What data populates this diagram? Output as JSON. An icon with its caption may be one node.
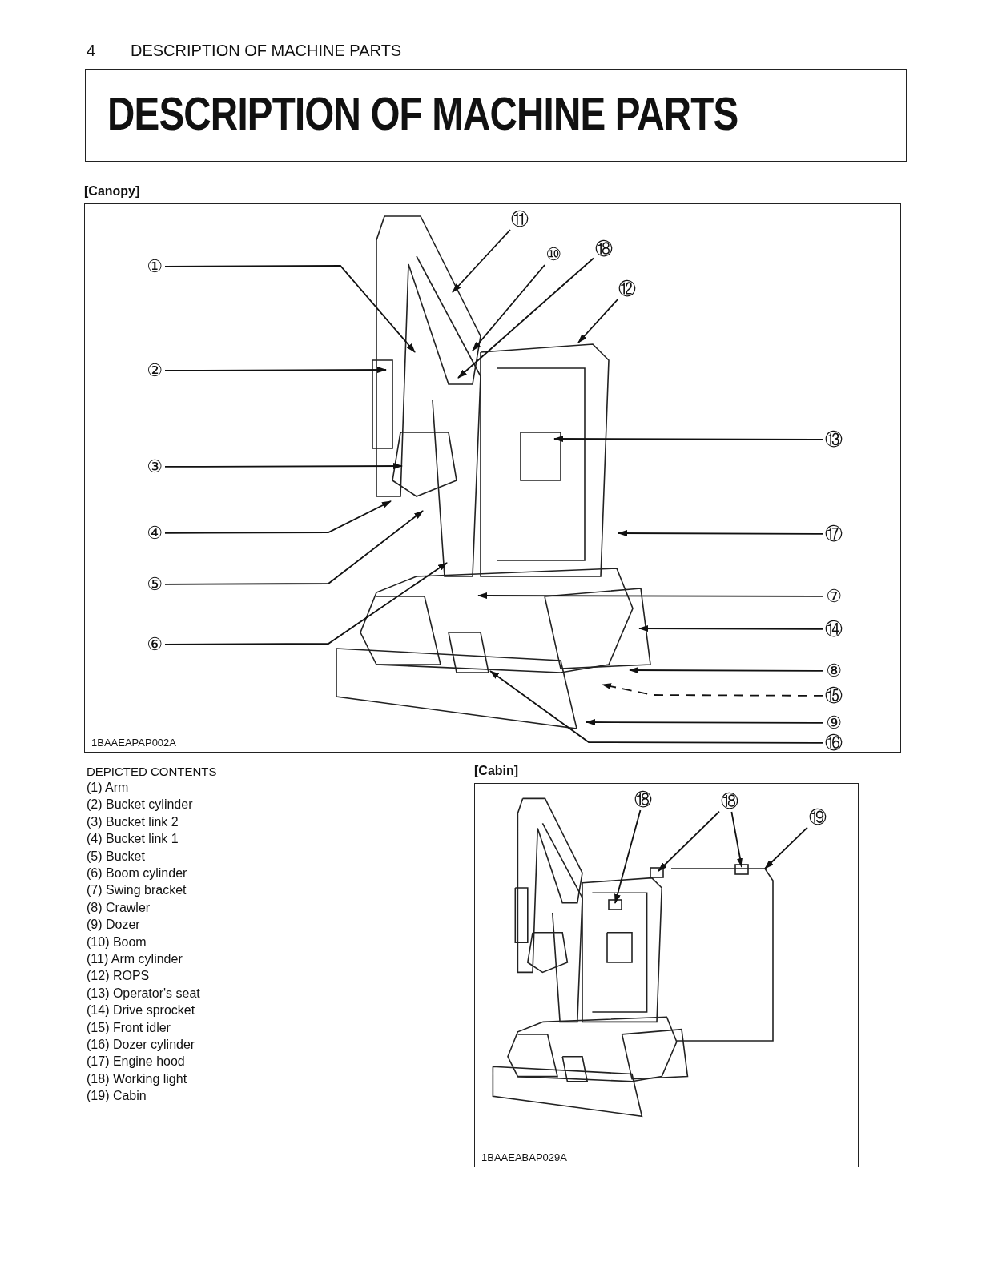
{
  "diagram": {
    "title": "DESCRIPTION OF MACHINE PARTS",
    "nodes": [
      {
        "text": [
          "[Canopy]",
          "1BAAEAPAP002A"
        ]
      },
      {
        "text": [
          "①"
        ],
        "in": 0
      },
      {
        "text": [
          "②"
        ],
        "in": 0
      },
      {
        "text": [
          "③"
        ],
        "in": 0
      },
      {
        "text": [
          "④"
        ],
        "in": 0
      },
      {
        "text": [
          "⑤"
        ],
        "in": 0
      },
      {
        "text": [
          "⑥"
        ],
        "in": 0
      },
      {
        "text": [
          "⑪"
        ],
        "in": 0
      },
      {
        "text": [
          "⑩"
        ],
        "in": 0
      },
      {
        "text": [
          "⑱"
        ],
        "in": 0
      },
      {
        "text": [
          "⑫"
        ],
        "in": 0
      },
      {
        "text": [
          "⑬"
        ],
        "in": 0
      },
      {
        "text": [
          "⑰"
        ],
        "in": 0
      },
      {
        "text": [
          "⑦"
        ],
        "in": 0
      },
      {
        "text": [
          "⑭"
        ],
        "in": 0
      },
      {
        "text": [
          "⑧"
        ],
        "in": 0
      },
      {
        "text": [
          "⑮"
        ],
        "in": 0
      },
      {
        "text": [
          "⑨"
        ],
        "in": 0
      },
      {
        "text": [
          "⑯"
        ],
        "in": 0
      },
      {
        "text": [
          "[Cabin]",
          "1BAAEABAP029A"
        ]
      },
      {
        "text": [
          "⑱"
        ],
        "in": 19
      },
      {
        "text": [
          "⑱"
        ],
        "in": 19
      },
      {
        "text": [
          "⑲"
        ],
        "in": 19
      }
    ],
    "edges": [
      {
        "from": 1,
        "to": null,
        "arrow": "to"
      },
      {
        "from": 2,
        "to": null,
        "arrow": "to"
      },
      {
        "from": 3,
        "to": null,
        "arrow": "to"
      },
      {
        "from": 4,
        "to": null,
        "arrow": "to"
      },
      {
        "from": 5,
        "to": null,
        "arrow": "to"
      },
      {
        "from": 6,
        "to": null,
        "arrow": "to"
      },
      {
        "from": 7,
        "to": null,
        "arrow": "to"
      },
      {
        "from": 8,
        "to": null,
        "arrow": "to"
      },
      {
        "from": 9,
        "to": null,
        "arrow": "to"
      },
      {
        "from": 10,
        "to": null,
        "arrow": "to"
      },
      {
        "from": 11,
        "to": null,
        "arrow": "to"
      },
      {
        "from": 12,
        "to": null,
        "arrow": "to"
      },
      {
        "from": 13,
        "to": null,
        "arrow": "to"
      },
      {
        "from": 14,
        "to": null,
        "arrow": "to"
      },
      {
        "from": 15,
        "to": null,
        "arrow": "to"
      },
      {
        "from": 16,
        "to": null,
        "arrow": "to",
        "style": "dashed"
      },
      {
        "from": 17,
        "to": null,
        "arrow": "to"
      },
      {
        "from": 18,
        "to": null,
        "arrow": "to"
      },
      {
        "from": 20,
        "to": null,
        "arrow": "to"
      },
      {
        "from": 21,
        "to": null,
        "arrow": "to"
      },
      {
        "from": 21,
        "to": null,
        "arrow": "to"
      },
      {
        "from": 22,
        "to": null,
        "arrow": "to"
      }
    ],
    "labels": [
      "4",
      "DESCRIPTION OF MACHINE PARTS",
      "DEPICTED CONTENTS",
      "(1) Arm",
      "(2) Bucket cylinder",
      "(3) Bucket link 2",
      "(4) Bucket link 1",
      "(5) Bucket",
      "(6) Boom cylinder",
      "(7) Swing bracket",
      "(8) Crawler",
      "(9) Dozer",
      "(10) Boom",
      "(11) Arm cylinder",
      "(12) ROPS",
      "(13) Operator's seat",
      "(14) Drive sprocket",
      "(15) Front idler",
      "(16) Dozer cylinder",
      "(17) Engine hood",
      "(18) Working light",
      "(19) Cabin"
    ]
  }
}
